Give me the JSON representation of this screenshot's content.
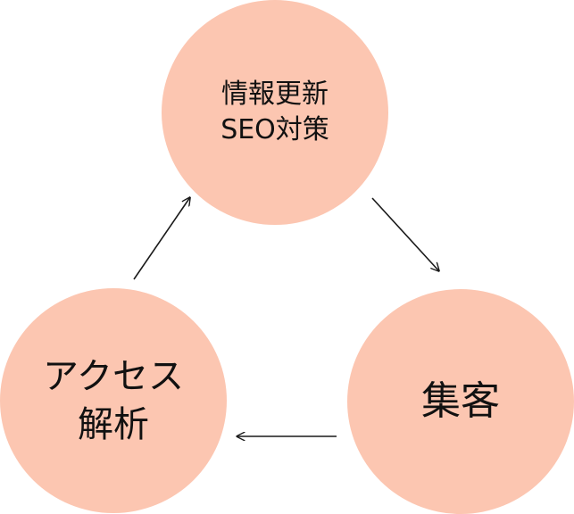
{
  "colors": {
    "node_fill": "#fcc6b1",
    "arrow": "#1a1a1a",
    "text": "#111111",
    "background": "#ffffff"
  },
  "nodes": {
    "top": {
      "line1": "情報更新",
      "line2": "SEO対策"
    },
    "right": {
      "line1": "集客"
    },
    "left": {
      "line1": "アクセス",
      "line2": "解析"
    }
  }
}
